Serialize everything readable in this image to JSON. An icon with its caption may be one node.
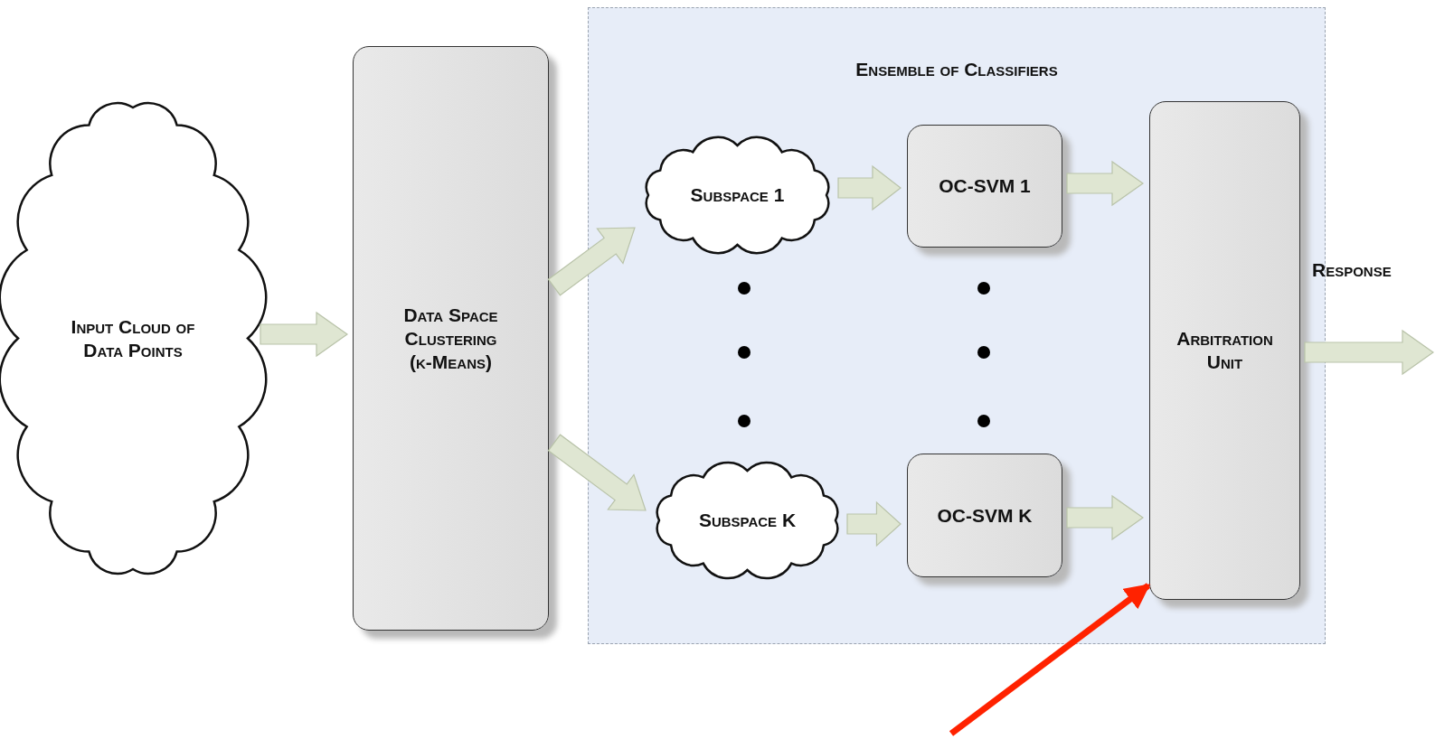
{
  "diagram": {
    "nodes": [
      {
        "text": [
          "Input Cloud of Data Points"
        ]
      },
      {
        "text": [
          "Data Space Clustering (k-Means)"
        ]
      },
      {
        "text": [
          "Ensemble of Classifiers"
        ]
      },
      {
        "text": [
          "Subspace 1"
        ],
        "in": 2
      },
      {
        "text": [
          "OC-SVM 1"
        ],
        "in": 2
      },
      {
        "text": [
          "Subspace K"
        ],
        "in": 2
      },
      {
        "text": [
          "OC-SVM K"
        ],
        "in": 2
      },
      {
        "text": [
          "Arbitration Unit"
        ],
        "in": 2
      }
    ],
    "edges": [
      {
        "from": 0,
        "to": 1,
        "arrow": "to"
      },
      {
        "from": 1,
        "to": 3,
        "arrow": "to"
      },
      {
        "from": 1,
        "to": 5,
        "arrow": "to"
      },
      {
        "from": 3,
        "to": 4,
        "arrow": "to"
      },
      {
        "from": 5,
        "to": 6,
        "arrow": "to"
      },
      {
        "from": 4,
        "to": 7,
        "arrow": "to"
      },
      {
        "from": 6,
        "to": 7,
        "arrow": "to"
      },
      {
        "from": 7,
        "to": null,
        "arrow": "to",
        "label": "Response"
      },
      {
        "from": null,
        "to": 7,
        "arrow": "to",
        "color": "#ff2200"
      }
    ]
  }
}
